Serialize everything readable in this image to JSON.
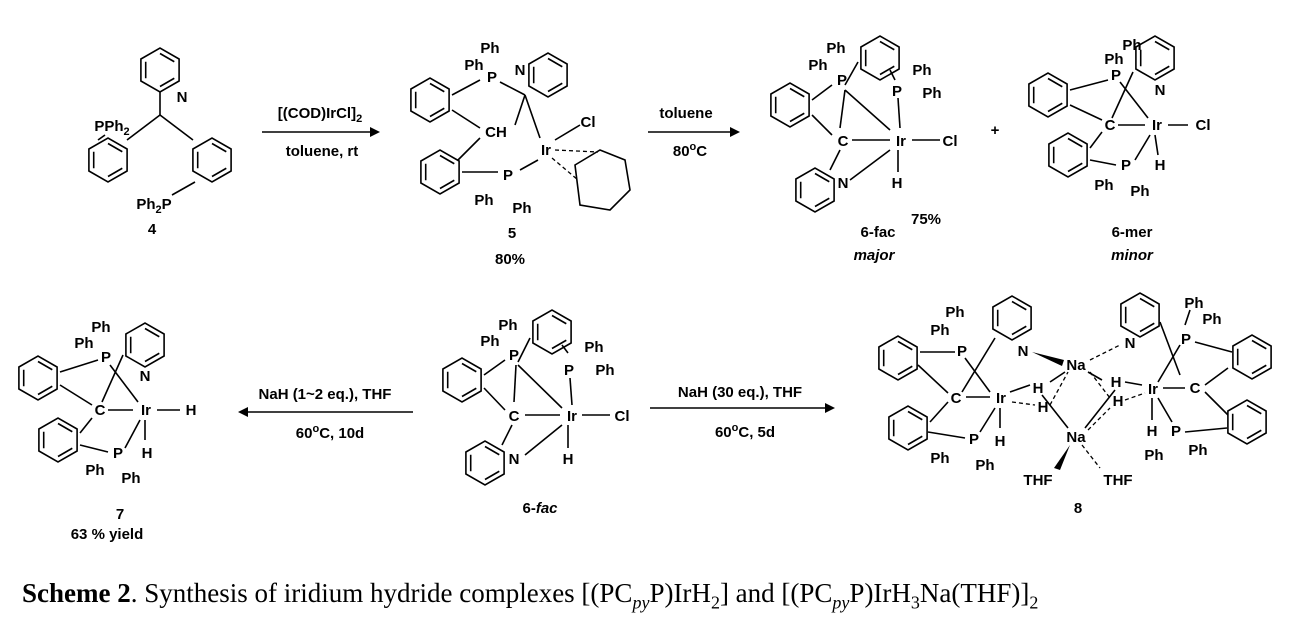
{
  "compound4": {
    "number": "4",
    "pph2_main": "PPh",
    "pph2_sub": "2",
    "ph2p_main": "Ph",
    "ph2p_sub": "2",
    "ph2p_p": "P",
    "n": "N"
  },
  "arrow1": {
    "reagent_main": "[(COD)IrCl]",
    "reagent_sub": "2",
    "conditions": "toluene, rt"
  },
  "compound5": {
    "number": "5",
    "yield": "80%",
    "ph1": "Ph",
    "ph2": "Ph",
    "p1": "P",
    "n": "N",
    "ch": "CH",
    "ir": "Ir",
    "cl": "Cl",
    "p2": "P",
    "ph3": "Ph",
    "ph4": "Ph"
  },
  "arrow2": {
    "reagent": "toluene",
    "temp_main": "80",
    "temp_sup": "o",
    "temp_unit": "C"
  },
  "compound6fac": {
    "number": "6-fac",
    "descriptor": "major",
    "yield": "75%",
    "ph1": "Ph",
    "ph2": "Ph",
    "p1": "P",
    "ph3": "Ph",
    "p2": "P",
    "ph4": "Ph",
    "c": "C",
    "ir": "Ir",
    "cl": "Cl",
    "n": "N",
    "h": "H"
  },
  "plus": "+",
  "compound6mer": {
    "number": "6-mer",
    "descriptor": "minor",
    "ph1": "Ph",
    "ph2": "Ph",
    "p1": "P",
    "n": "N",
    "c": "C",
    "ir": "Ir",
    "cl": "Cl",
    "h": "H",
    "p2": "P",
    "ph3": "Ph",
    "ph4": "Ph"
  },
  "compound7": {
    "number": "7",
    "yield": "63 % yield",
    "ph1": "Ph",
    "ph2": "Ph",
    "p1": "P",
    "n": "N",
    "c": "C",
    "ir": "Ir",
    "h1": "H",
    "h2": "H",
    "p2": "P",
    "ph3": "Ph",
    "ph4": "Ph"
  },
  "arrow3": {
    "reagent": "NaH (1~2 eq.), THF",
    "temp_main": "60",
    "temp_sup": "o",
    "temp_rest": "C, 10d"
  },
  "compound6fac_b": {
    "number_main": "6-",
    "number_it": "fac",
    "ph1": "Ph",
    "ph2": "Ph",
    "p1": "P",
    "ph3": "Ph",
    "p2": "P",
    "ph4": "Ph",
    "c": "C",
    "ir": "Ir",
    "cl": "Cl",
    "n": "N",
    "h": "H"
  },
  "arrow4": {
    "reagent": "NaH (30 eq.), THF",
    "temp_main": "60",
    "temp_sup": "o",
    "temp_rest": "C, 5d"
  },
  "compound8": {
    "number": "8",
    "labels": [
      "Ph",
      "Ph",
      "P",
      "N",
      "Na",
      "N",
      "Ph",
      "Ph",
      "P",
      "C",
      "Ir",
      "H",
      "H",
      "H",
      "Na",
      "H",
      "H",
      "Ir",
      "C",
      "H",
      "P",
      "Ph",
      "Ph",
      "P",
      "Ph",
      "Ph",
      "THF",
      "THF"
    ]
  },
  "caption": {
    "bold": "Scheme 2",
    "t1": ". Synthesis of iridium hydride complexes [(PC",
    "sub1": "py",
    "t2": "P)IrH",
    "sub2": "2",
    "t3": "] and [(PC",
    "sub3": "py",
    "t4": "P)IrH",
    "sub4": "3",
    "t5": "Na(THF)]",
    "sub5": "2"
  }
}
